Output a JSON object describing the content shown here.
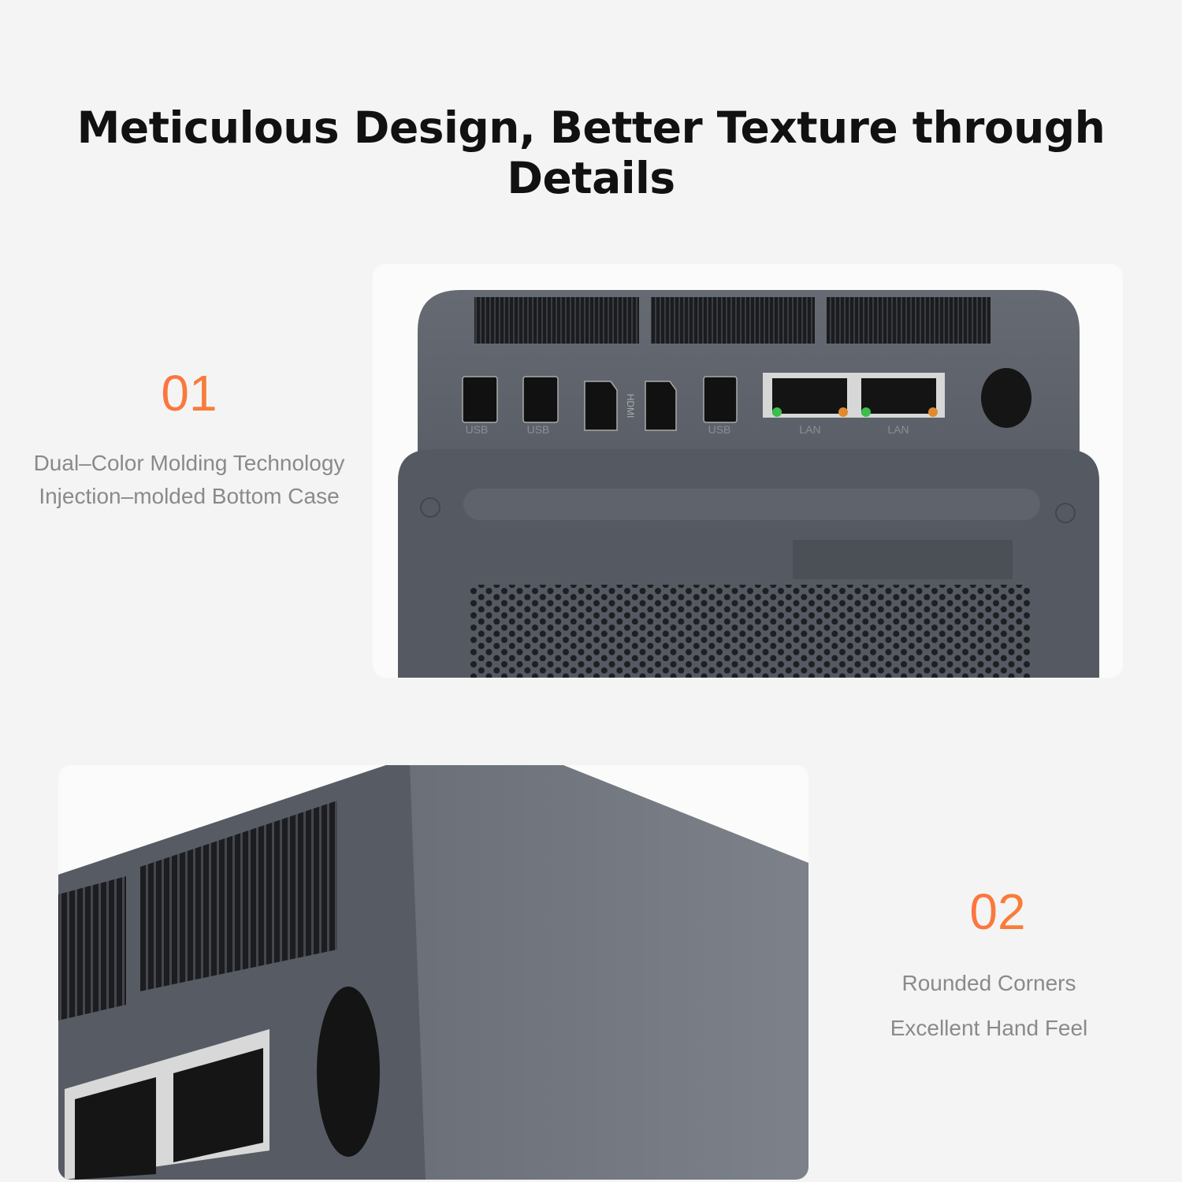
{
  "headline": "Meticulous Design, Better Texture through Details",
  "features": [
    {
      "number": "01",
      "lines": [
        "Dual–Color Molding Technology",
        "Injection–molded Bottom Case"
      ]
    },
    {
      "number": "02",
      "lines": [
        "Rounded Corners",
        "Excellent Hand Feel"
      ]
    }
  ],
  "ports": {
    "usb": "USB",
    "hdmi": "HDMI",
    "lan": "LAN"
  },
  "colors": {
    "accent_start": "#ff6a4a",
    "accent_end": "#f38a2e",
    "device_gray": "#5d626a",
    "text_gray": "#8a8a8a"
  }
}
